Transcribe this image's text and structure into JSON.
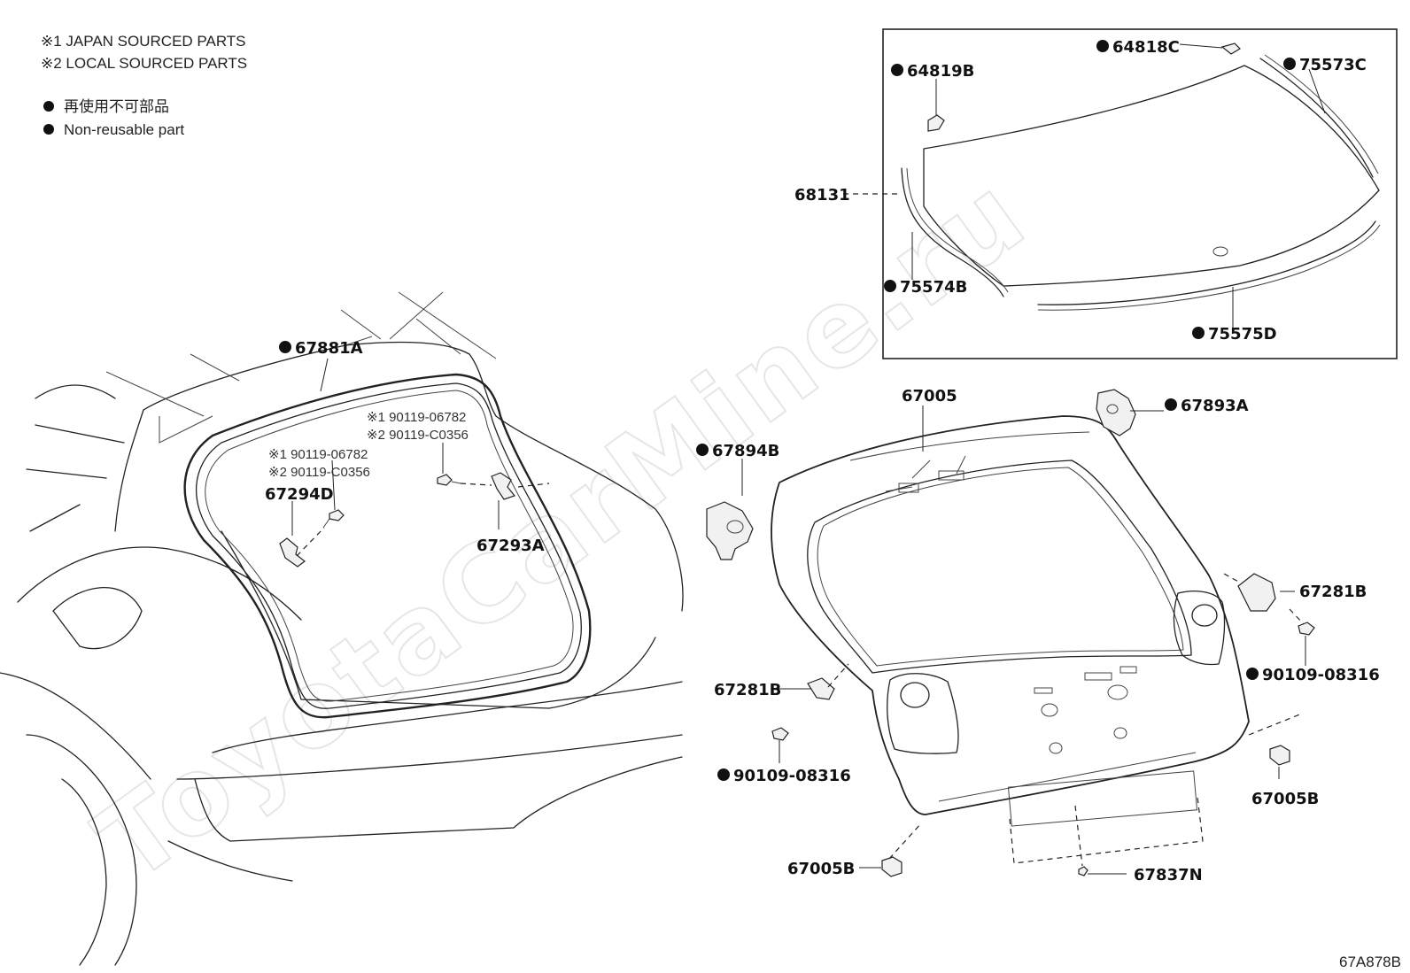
{
  "legend": {
    "note1": "※1  JAPAN SOURCED PARTS",
    "note2": "※2  LOCAL SOURCED PARTS",
    "nonreusable_jp": "再使用不可部品",
    "nonreusable_en": "Non-reusable part"
  },
  "watermark": "ToyotaCarMine.ru",
  "diagram_code": "67A878B",
  "parts": {
    "p64818C": "64818C",
    "p64819B": "64819B",
    "p75573C": "75573C",
    "p68131": "68131",
    "p75574B": "75574B",
    "p75575D": "75575D",
    "p67881A": "67881A",
    "p67005": "67005",
    "p67893A": "67893A",
    "p67894B": "67894B",
    "p_bolt_a1": "※1 90119-06782",
    "p_bolt_a2": "※2 90119-C0356",
    "p_bolt_b1": "※1 90119-06782",
    "p_bolt_b2": "※2 90119-C0356",
    "p67294D": "67294D",
    "p67293A": "67293A",
    "p67281B_r": "67281B",
    "p90109_r": "90109-08316",
    "p67281B_l": "67281B",
    "p90109_l": "90109-08316",
    "p67005B_r": "67005B",
    "p67005B_l": "67005B",
    "p67837N": "67837N"
  }
}
